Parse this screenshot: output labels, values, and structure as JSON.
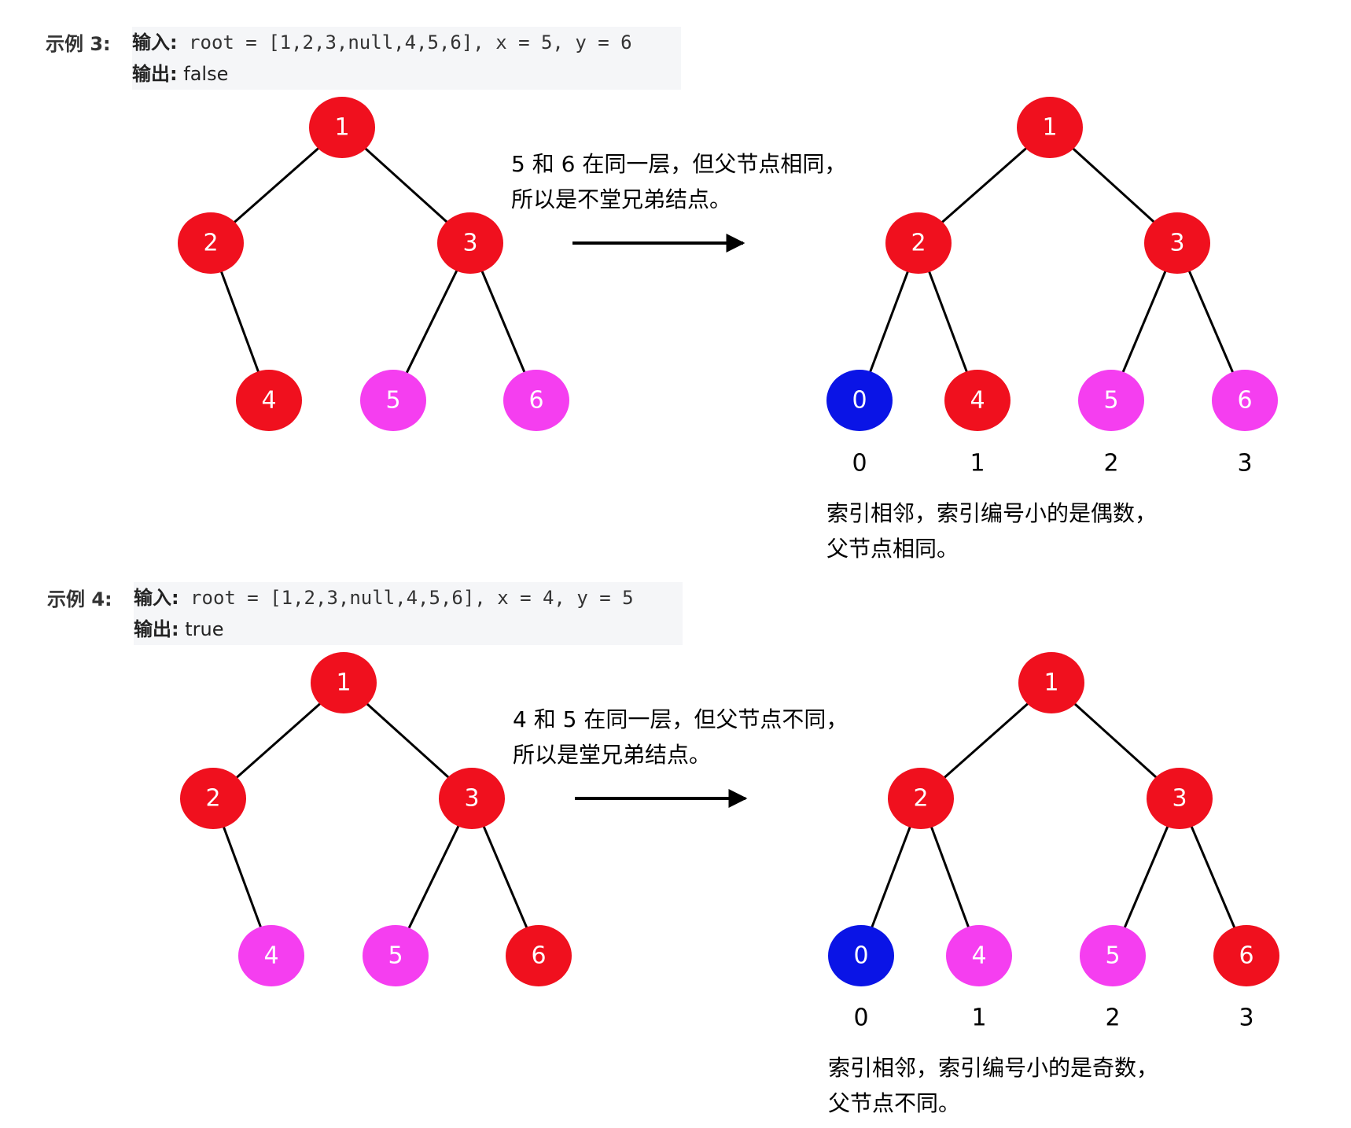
{
  "colors": {
    "red_node": "#f0101e",
    "magenta_node": "#f53ef0",
    "blue_node": "#0a14e6",
    "edge": "#000000",
    "code_bg": "#f5f6f8"
  },
  "examples": [
    {
      "label": "示例 3:",
      "input_key": "输入:",
      "input_code": " root = [1,2,3,null,4,5,6], x = 5, y = 6",
      "output_key": "输出:",
      "output_value": " false",
      "note_lines": [
        "5 和 6 在同一层，但父节点相同，",
        "所以是不堂兄弟结点。"
      ],
      "left_tree": [
        "1",
        "2",
        "3",
        "4",
        "5",
        "6"
      ],
      "left_colors": [
        "red",
        "red",
        "red",
        "red",
        "magenta",
        "magenta"
      ],
      "right_tree": [
        "1",
        "2",
        "3",
        "0",
        "4",
        "5",
        "6"
      ],
      "right_colors": [
        "red",
        "red",
        "red",
        "blue",
        "red",
        "magenta",
        "magenta"
      ],
      "indices": [
        "0",
        "1",
        "2",
        "3"
      ],
      "caption_lines": [
        "索引相邻，索引编号小的是偶数，",
        "父节点相同。"
      ]
    },
    {
      "label": "示例 4:",
      "input_key": "输入:",
      "input_code": " root = [1,2,3,null,4,5,6], x = 4, y = 5",
      "output_key": "输出:",
      "output_value": " true",
      "note_lines": [
        "4 和 5 在同一层，但父节点不同，",
        "所以是堂兄弟结点。"
      ],
      "left_tree": [
        "1",
        "2",
        "3",
        "4",
        "5",
        "6"
      ],
      "left_colors": [
        "red",
        "red",
        "red",
        "magenta",
        "magenta",
        "red"
      ],
      "right_tree": [
        "1",
        "2",
        "3",
        "0",
        "4",
        "5",
        "6"
      ],
      "right_colors": [
        "red",
        "red",
        "red",
        "blue",
        "magenta",
        "magenta",
        "red"
      ],
      "indices": [
        "0",
        "1",
        "2",
        "3"
      ],
      "caption_lines": [
        "索引相邻，索引编号小的是奇数，",
        "父节点不同。"
      ]
    }
  ]
}
